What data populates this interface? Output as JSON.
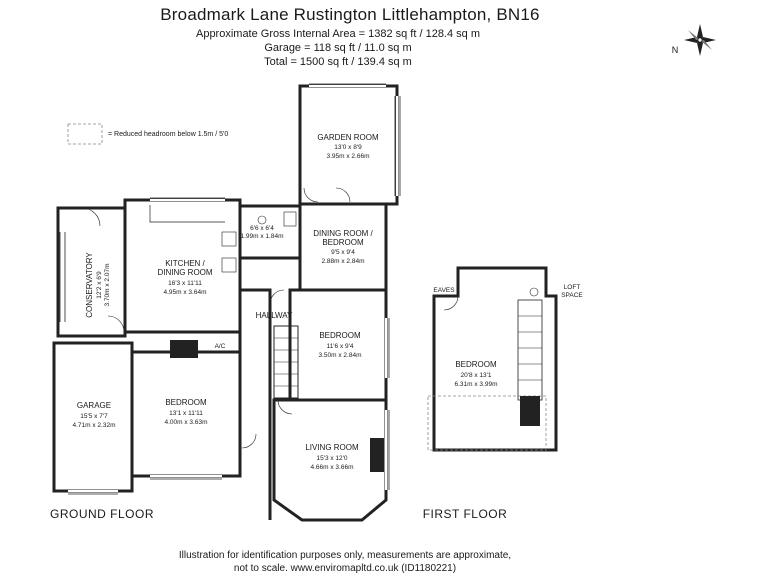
{
  "header": {
    "title": "Broadmark Lane Rustington Littlehampton, BN16",
    "area_internal": "Approximate Gross Internal Area = 1382 sq ft / 128.4 sq m",
    "area_garage": "Garage = 118 sq ft / 11.0 sq m",
    "area_total": "Total = 1500 sq ft / 139.4 sq m"
  },
  "compass": {
    "label": "N"
  },
  "legend": {
    "text": "= Reduced headroom below 1.5m / 5'0"
  },
  "ground_floor": {
    "label": "GROUND FLOOR",
    "rooms": {
      "garden_room": {
        "name": "GARDEN ROOM",
        "imperial": "13'0 x 8'9",
        "metric": "3.95m x 2.66m"
      },
      "dining": {
        "name1": "DINING ROOM /",
        "name2": "BEDROOM",
        "imperial": "9'5 x 9'4",
        "metric": "2.88m x 2.84m"
      },
      "kitchen": {
        "name1": "KITCHEN /",
        "name2": "DINING ROOM",
        "imperial": "16'3 x 11'11",
        "metric": "4.95m x 3.64m"
      },
      "shower": {
        "imperial": "6'6 x 6'4",
        "metric": "1.99m x 1.84m"
      },
      "conservatory": {
        "name": "CONSERVATORY",
        "imperial": "12'2 x 6'9",
        "metric": "3.70m x 2.07m"
      },
      "hallway": {
        "name": "HALLWAY"
      },
      "bedroom_mid": {
        "name": "BEDROOM",
        "imperial": "11'6 x 9'4",
        "metric": "3.50m x 2.84m"
      },
      "garage": {
        "name": "GARAGE",
        "imperial": "15'5 x 7'7",
        "metric": "4.71m x 2.32m"
      },
      "bedroom_front": {
        "name": "BEDROOM",
        "imperial": "13'1 x 11'11",
        "metric": "4.00m x 3.63m"
      },
      "living": {
        "name": "LIVING ROOM",
        "imperial": "15'3 x 12'0",
        "metric": "4.66m x 3.66m"
      },
      "ac": {
        "name": "A/C"
      }
    }
  },
  "first_floor": {
    "label": "FIRST FLOOR",
    "eaves": "EAVES",
    "loft1": "LOFT",
    "loft2": "SPACE",
    "bedroom": {
      "name": "BEDROOM",
      "imperial": "20'8 x 13'1",
      "metric": "6.31m x 3.99m"
    }
  },
  "footer": {
    "line1": "Illustration for identification purposes only, measurements are approximate,",
    "line2": "not to scale. www.enviromapltd.co.uk (ID1180221)"
  }
}
